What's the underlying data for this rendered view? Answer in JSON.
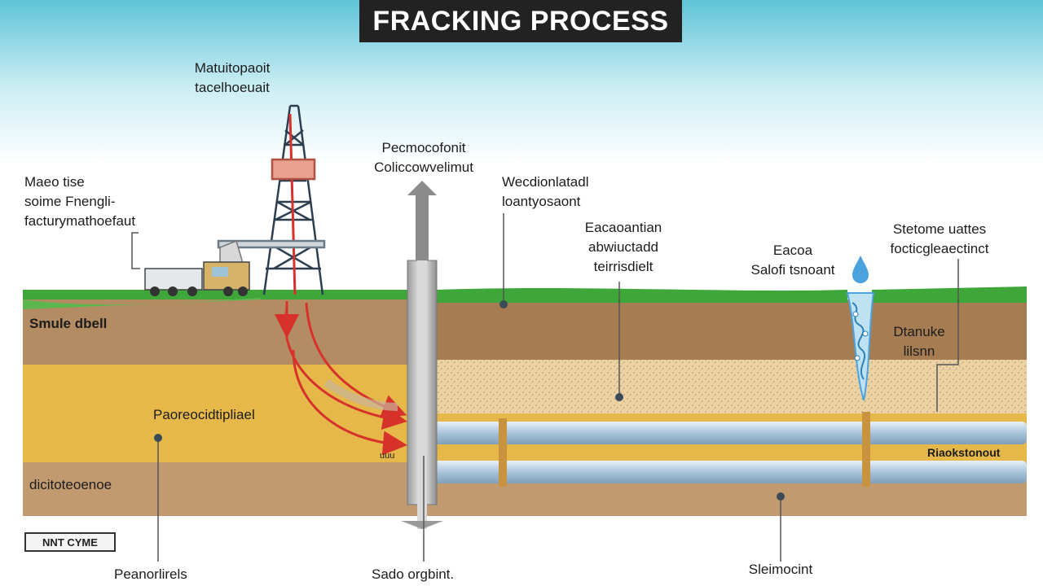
{
  "title": "FRACKING PROCESS",
  "labels": {
    "rig_label": [
      "Matuitopaoit",
      "tacelhoeuait"
    ],
    "left_upper": [
      "Maeo tise",
      "soime Fnengli-",
      "facturymathoefaut"
    ],
    "center_top": [
      "Pecmocofonit",
      "Coliccowvelimut"
    ],
    "mid_upper": [
      "Wecdionlatadl",
      "loantyosaont"
    ],
    "mid_lower": [
      "Eacaoantian",
      "abwiuctadd",
      "teirrisdielt"
    ],
    "water_label": [
      "Eacoa",
      "Salofi tsnoant"
    ],
    "right_upper": [
      "Stetome uattes",
      "focticgleaectinct"
    ],
    "right_side": [
      "Dtanuke",
      "lilsnn"
    ],
    "shale_left": "Smule dbell",
    "prod_layer": "Paoreocidtipliael",
    "lower_left": "dicitoteoenoe",
    "bottom_left": "Peanorlirels",
    "bottom_center": "Sado orgbint.",
    "bottom_right": [
      "Sleimocint",
      "---"
    ],
    "pipe_right": "Riaokstonout",
    "small_mark": "uuu",
    "sign": "NNT CYME"
  },
  "colors": {
    "sky_top": "#5fc4d8",
    "grass": "#3fa63a",
    "soil": "#b48c63",
    "sand_layer": "#e9cfa0",
    "shale_yellow": "#e6b84a",
    "pipe": "#b9cfe0",
    "fluid_arrow": "#d6312b",
    "derrick": "#2c3e50",
    "water": "#4aa3df"
  },
  "icons": [
    "drilling-rig-icon",
    "truck-icon",
    "water-drop-icon",
    "arrow-up-icon",
    "fracture-icon"
  ]
}
